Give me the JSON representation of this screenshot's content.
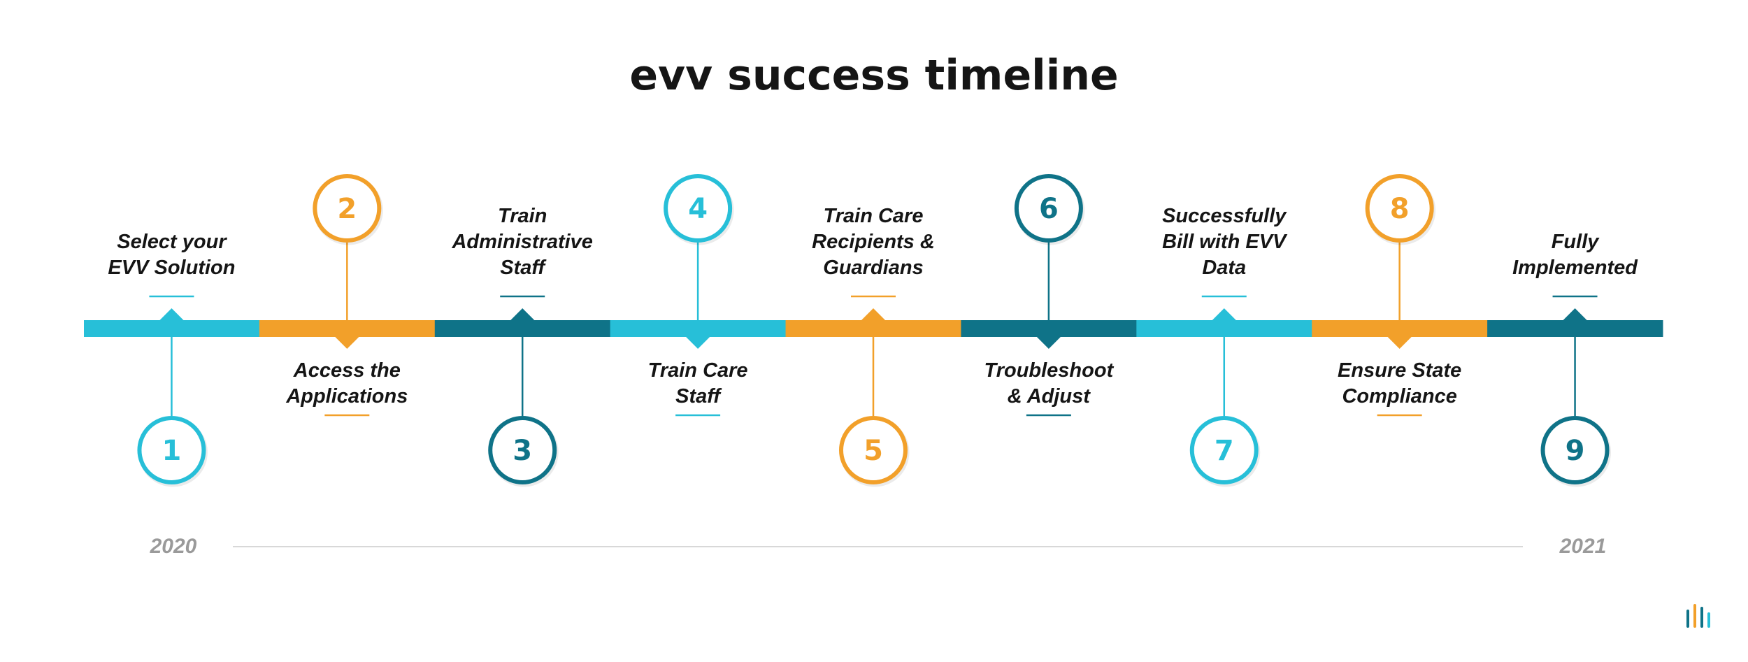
{
  "title": "evv success timeline",
  "colors": {
    "cyan": "#27BFD8",
    "orange": "#F2A02A",
    "teal": "#0F7388",
    "text": "#151515",
    "year": "#9A9A9A",
    "axis": "#D8D8D8"
  },
  "steps": [
    {
      "number": "1",
      "label_lines": [
        "Select your",
        "EVV Solution"
      ],
      "color": "cyan",
      "label_position": "above",
      "circle_position": "below"
    },
    {
      "number": "2",
      "label_lines": [
        "Access the",
        "Applications"
      ],
      "color": "orange",
      "label_position": "below",
      "circle_position": "above"
    },
    {
      "number": "3",
      "label_lines": [
        "Train",
        "Administrative",
        "Staff"
      ],
      "color": "teal",
      "label_position": "above",
      "circle_position": "below"
    },
    {
      "number": "4",
      "label_lines": [
        "Train Care",
        "Staff"
      ],
      "color": "cyan",
      "label_position": "below",
      "circle_position": "above"
    },
    {
      "number": "5",
      "label_lines": [
        "Train Care",
        "Recipients &",
        "Guardians"
      ],
      "color": "orange",
      "label_position": "above",
      "circle_position": "below"
    },
    {
      "number": "6",
      "label_lines": [
        "Troubleshoot",
        "& Adjust"
      ],
      "color": "teal",
      "label_position": "below",
      "circle_position": "above"
    },
    {
      "number": "7",
      "label_lines": [
        "Successfully",
        "Bill with EVV",
        "Data"
      ],
      "color": "cyan",
      "label_position": "above",
      "circle_position": "below"
    },
    {
      "number": "8",
      "label_lines": [
        "Ensure State",
        "Compliance"
      ],
      "color": "orange",
      "label_position": "below",
      "circle_position": "above"
    },
    {
      "number": "9",
      "label_lines": [
        "Fully",
        "Implemented"
      ],
      "color": "teal",
      "label_position": "above",
      "circle_position": "below"
    }
  ],
  "years": {
    "start": "2020",
    "end": "2021"
  },
  "logo": {
    "bar_colors": [
      "#0F7388",
      "#F2A02A",
      "#0F7388",
      "#27BFD8"
    ]
  }
}
